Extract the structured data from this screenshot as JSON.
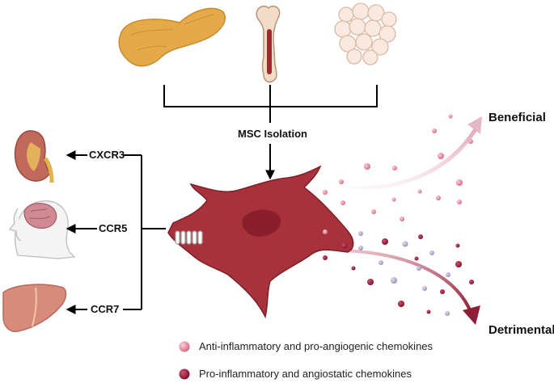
{
  "diagram": {
    "isolation_label": "MSC Isolation",
    "receptors": [
      "CXCR3",
      "CCR5",
      "CCR7"
    ],
    "outcome_top": "Beneficial",
    "outcome_bottom": "Detrimental",
    "legend": [
      {
        "label": "Anti-inflammatory and pro-angiogenic chemokines",
        "color": "#e8849c"
      },
      {
        "label": "Pro-inflammatory and angiostatic chemokines",
        "color": "#9a1f3c"
      }
    ],
    "source_icons": [
      "pancreas-icon",
      "bone-icon",
      "adipose-tissue-icon"
    ],
    "target_icons": [
      "kidney-icon",
      "brain-head-icon",
      "liver-icon"
    ],
    "colors": {
      "cell": "#a8323c",
      "beneficial_arrow": "#e9b4c4",
      "detrimental_arrow": "#8e1f36",
      "pink_dot": "#e48aa0",
      "dark_dot": "#9b1b3a",
      "lilac_dot": "#b7a6c9"
    }
  }
}
